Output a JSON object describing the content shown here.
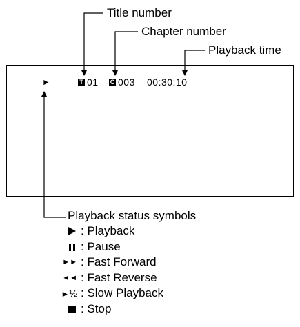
{
  "callouts": {
    "title_number": "Title number",
    "chapter_number": "Chapter number",
    "playback_time": "Playback time"
  },
  "screen": {
    "status_symbol": "►",
    "title_badge": "T",
    "title_value": "01",
    "chapter_badge": "C",
    "chapter_value": "003",
    "time": "00:30:10"
  },
  "legend": {
    "heading": "Playback status symbols",
    "items": [
      {
        "icon": "play-icon",
        "label": ": Playback"
      },
      {
        "icon": "pause-icon",
        "label": ": Pause"
      },
      {
        "icon": "fast-forward-icon",
        "symbol": "►►",
        "label": ": Fast Forward"
      },
      {
        "icon": "fast-reverse-icon",
        "symbol": "◄◄",
        "label": ": Fast Reverse"
      },
      {
        "icon": "slow-playback-icon",
        "symbol": "►",
        "symbol_fraction": "½",
        "label": ": Slow Playback"
      },
      {
        "icon": "stop-icon",
        "label": ": Stop"
      }
    ]
  }
}
